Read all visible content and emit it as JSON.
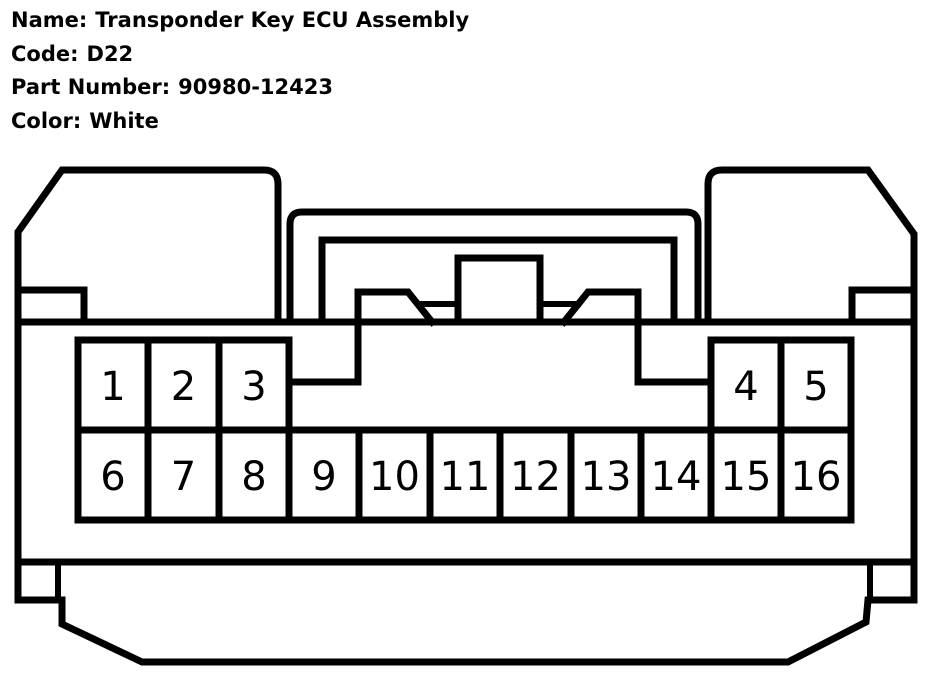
{
  "connector": {
    "name_label": "Name:",
    "name_value": "Transponder Key ECU Assembly",
    "code_label": "Code:",
    "code_value": "D22",
    "part_label": "Part Number:",
    "part_value": "90980-12423",
    "color_label": "Color:",
    "color_value": "White"
  },
  "pins": [
    "1",
    "2",
    "3",
    "4",
    "5",
    "6",
    "7",
    "8",
    "9",
    "10",
    "11",
    "12",
    "13",
    "14",
    "15",
    "16"
  ],
  "colors": {
    "stroke": "#000000",
    "background": "#ffffff"
  }
}
